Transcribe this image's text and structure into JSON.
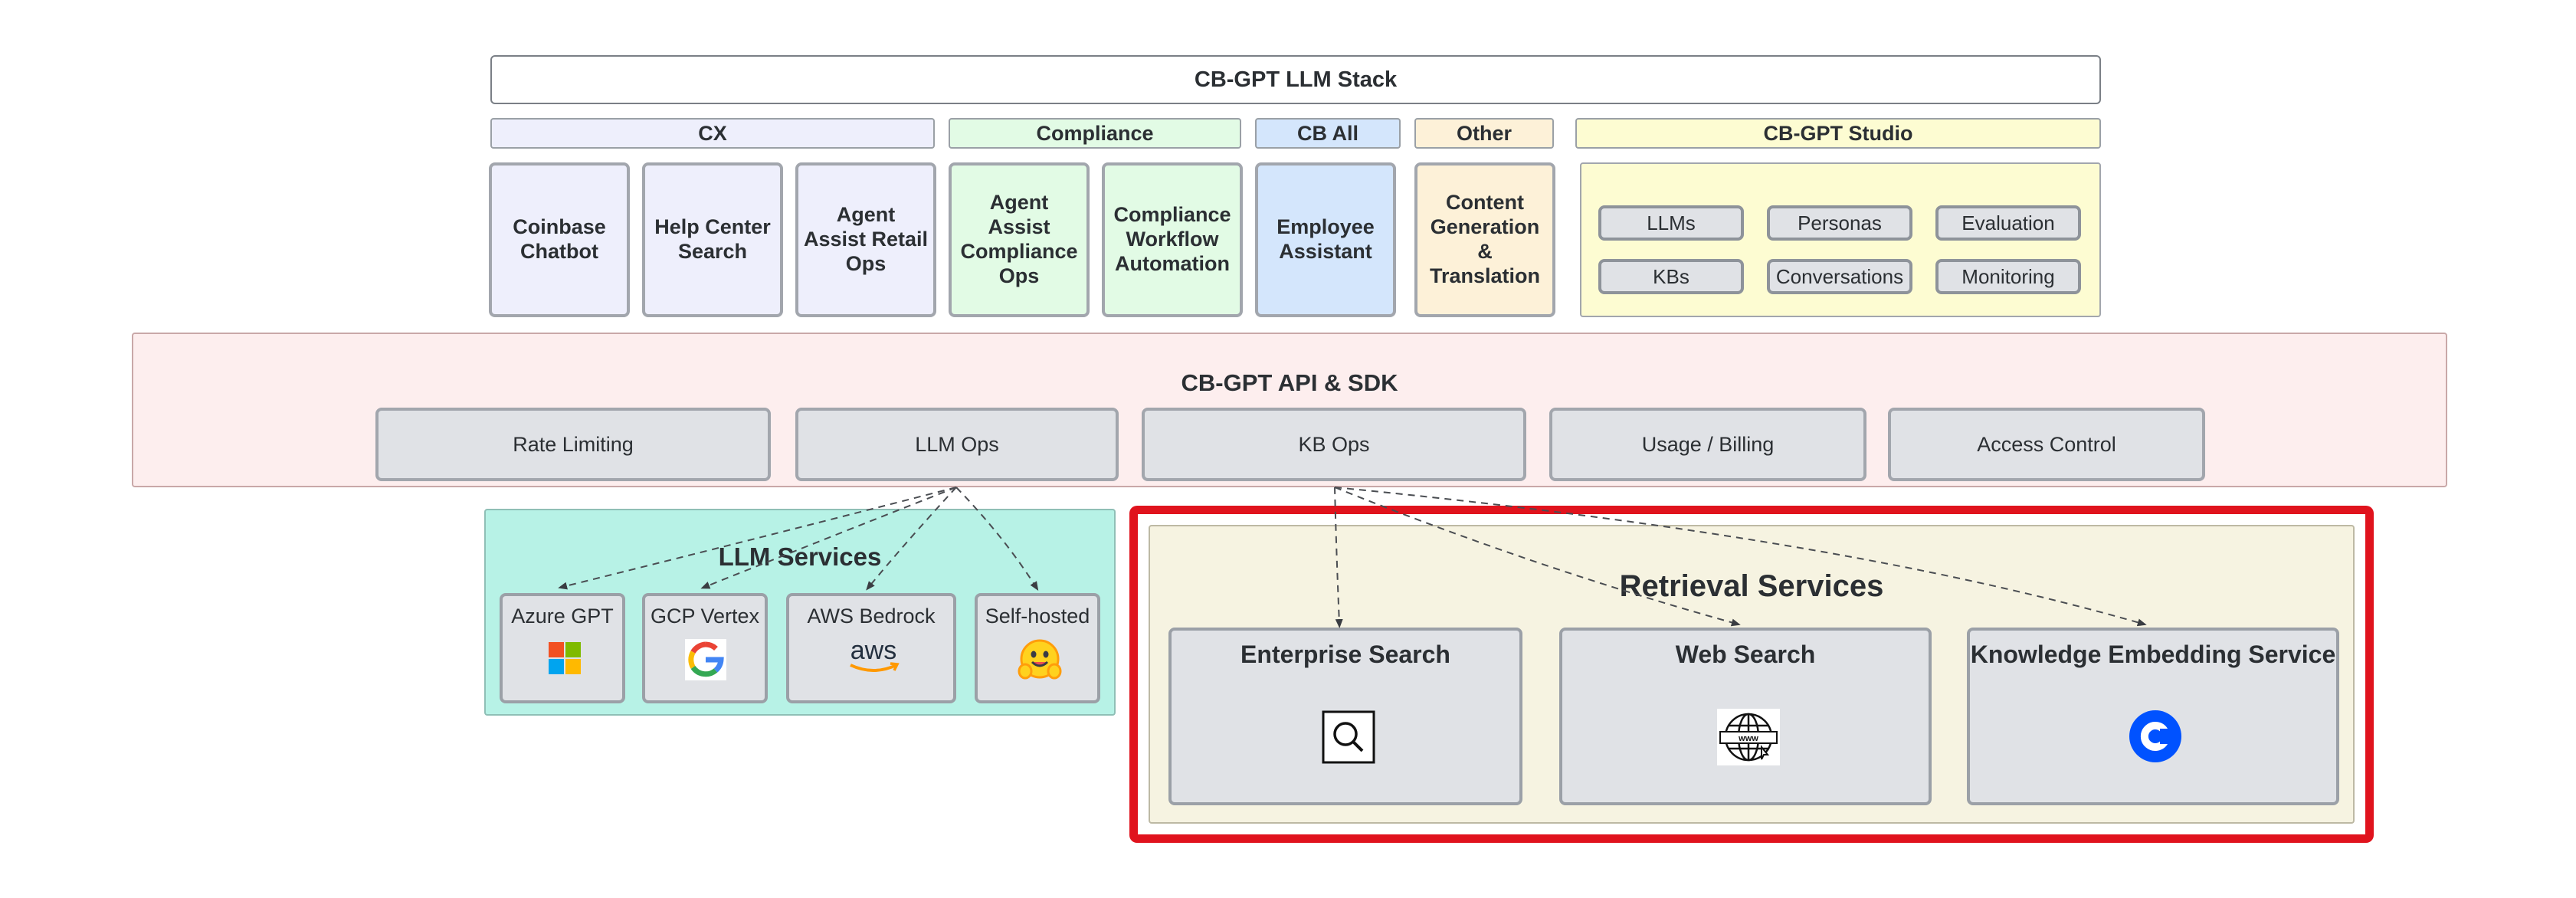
{
  "title": "CB-GPT LLM Stack",
  "groups": {
    "cx": "CX",
    "compliance": "Compliance",
    "cb_all": "CB All",
    "other": "Other",
    "studio": "CB-GPT Studio"
  },
  "apps": {
    "coinbase_chatbot": "Coinbase Chatbot",
    "help_center_search": "Help Center Search",
    "agent_assist_retail": "Agent Assist Retail Ops",
    "agent_assist_compliance": "Agent Assist Compliance Ops",
    "compliance_workflow": "Compliance Workflow Automation",
    "employee_assistant": "Employee Assistant",
    "content_generation": "Content Generation & Translation"
  },
  "studio_items": [
    "LLMs",
    "Personas",
    "Evaluation",
    "KBs",
    "Conversations",
    "Monitoring"
  ],
  "api": {
    "title": "CB-GPT API & SDK",
    "services": [
      "Rate Limiting",
      "LLM Ops",
      "KB Ops",
      "Usage / Billing",
      "Access Control"
    ]
  },
  "llm_services": {
    "title": "LLM Services",
    "providers": [
      {
        "label": "Azure GPT",
        "icon": "microsoft-logo-icon"
      },
      {
        "label": "GCP Vertex",
        "icon": "google-logo-icon"
      },
      {
        "label": "AWS Bedrock",
        "icon": "aws-logo-icon"
      },
      {
        "label": "Self-hosted",
        "icon": "hugging-face-icon"
      }
    ]
  },
  "retrieval_services": {
    "title": "Retrieval Services",
    "services": [
      {
        "label": "Enterprise Search",
        "icon": "search-icon"
      },
      {
        "label": "Web Search",
        "icon": "globe-www-icon"
      },
      {
        "label": "Knowledge Embedding Service",
        "icon": "coinbase-logo-icon"
      }
    ]
  },
  "colors": {
    "cx": "#eeeffc",
    "compliance": "#e2fbe5",
    "cb_all": "#d4e6fc",
    "other": "#fdf1d8",
    "studio": "#fdfcd2",
    "api": "#fdeeee",
    "llm_services": "#b7f2e6",
    "retrieval": "#f6f3e1",
    "highlight": "#e0131d"
  }
}
